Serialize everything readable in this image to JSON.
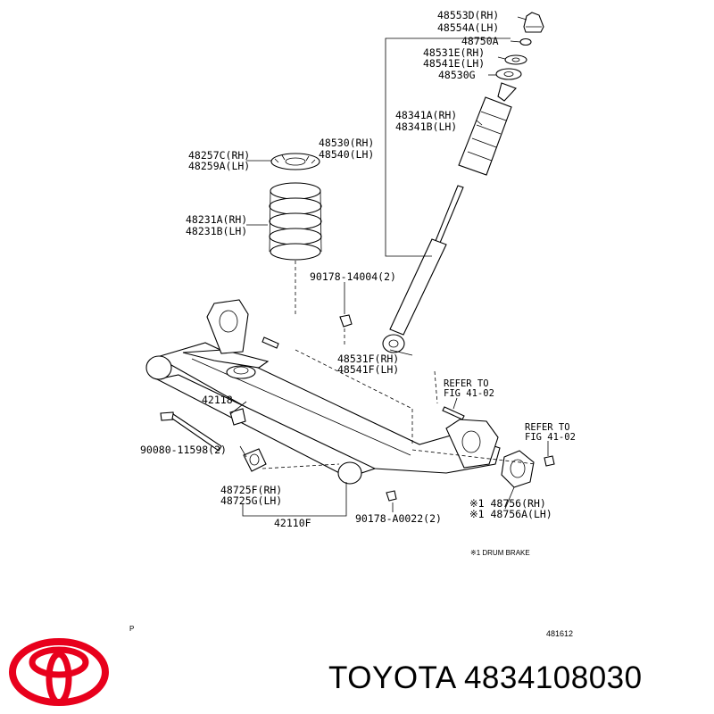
{
  "labels": {
    "l48553d": "48553D(RH)",
    "l48554a": "48554A(LH)",
    "l48750a": "48750A",
    "l48531e": "48531E(RH)",
    "l48541e": "48541E(LH)",
    "l48530g": "48530G",
    "l48341a": "48341A(RH)",
    "l48341b": "48341B(LH)",
    "l48530": "48530(RH)",
    "l48540": "48540(LH)",
    "l48257c": "48257C(RH)",
    "l48259a": "48259A(LH)",
    "l48231a": "48231A(RH)",
    "l48231b": "48231B(LH)",
    "l90178_14004": "90178-14004(2)",
    "l48531f": "48531F(RH)",
    "l48541f": "48541F(LH)",
    "l42118": "42118",
    "l90080": "90080-11598(2)",
    "l48725f": "48725F(RH)",
    "l48725g": "48725G(LH)",
    "l42110f": "42110F",
    "l90178_a0022": "90178-A0022(2)",
    "refer1_a": "REFER TO",
    "refer1_b": "FIG 41-02",
    "refer2_a": "REFER TO",
    "refer2_b": "FIG 41-02",
    "l48756": "※1 48756(RH)",
    "l48756a": "※1 48756A(LH)",
    "note": "※1 DRUM BRAKE",
    "p_mark": "P",
    "fig_no": "481612"
  },
  "brand": {
    "text": "TOYOTA 4834108030",
    "logo_color": "#e8001c"
  }
}
